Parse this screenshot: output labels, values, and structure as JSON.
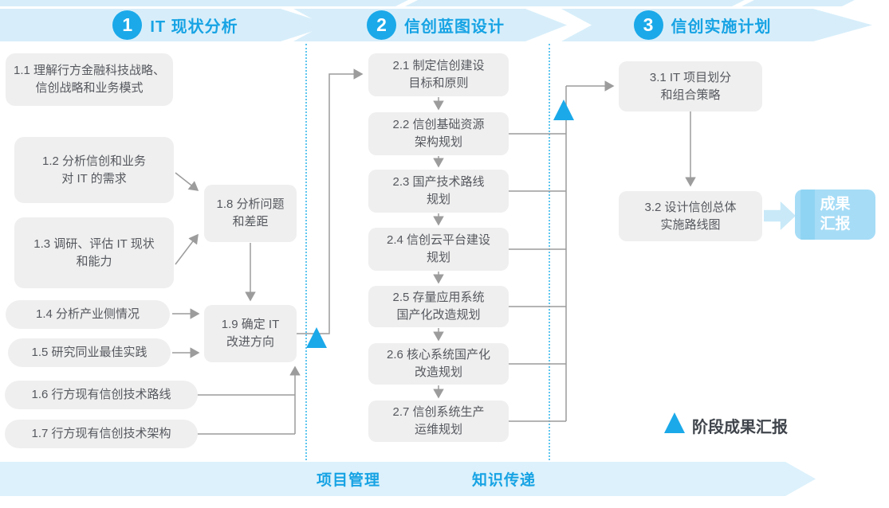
{
  "colors": {
    "accent_blue": "#1ba9e9",
    "band_light_blue": "#d7eefa",
    "footer_band_blue": "#dcf1fb",
    "box_gray": "#efefef",
    "box_text": "#55585e",
    "connector_gray": "#9c9c9c",
    "result_box_fill": "#a6dcf6",
    "result_box_stripe": "#90d4f3",
    "result_text": "#ffffff"
  },
  "phases": [
    {
      "number": "1",
      "label": "IT 现状分析"
    },
    {
      "number": "2",
      "label": "信创蓝图设计"
    },
    {
      "number": "3",
      "label": "信创实施计划"
    }
  ],
  "phase1": {
    "steps": [
      {
        "lines": [
          "1.1 理解行方金融科技战略、",
          "信创战略和业务模式"
        ]
      },
      {
        "lines": [
          "1.2 分析信创和业务",
          "对 IT 的需求"
        ]
      },
      {
        "lines": [
          "1.3 调研、评估 IT 现状",
          "和能力"
        ]
      },
      {
        "lines": [
          "1.4 分析产业侧情况"
        ]
      },
      {
        "lines": [
          "1.5 研究同业最佳实践"
        ]
      },
      {
        "lines": [
          "1.6 行方现有信创技术路线"
        ]
      },
      {
        "lines": [
          "1.7 行方现有信创技术架构"
        ]
      },
      {
        "lines": [
          "1.8 分析问题",
          "和差距"
        ]
      },
      {
        "lines": [
          "1.9 确定 IT",
          "改进方向"
        ]
      }
    ]
  },
  "phase2": {
    "steps": [
      {
        "lines": [
          "2.1 制定信创建设",
          "目标和原则"
        ]
      },
      {
        "lines": [
          "2.2 信创基础资源",
          "架构规划"
        ]
      },
      {
        "lines": [
          "2.3 国产技术路线",
          "规划"
        ]
      },
      {
        "lines": [
          "2.4 信创云平台建设",
          "规划"
        ]
      },
      {
        "lines": [
          "2.5 存量应用系统",
          "国产化改造规划"
        ]
      },
      {
        "lines": [
          "2.6 核心系统国产化",
          "改造规划"
        ]
      },
      {
        "lines": [
          "2.7 信创系统生产",
          "运维规划"
        ]
      }
    ]
  },
  "phase3": {
    "steps": [
      {
        "lines": [
          "3.1 IT 项目划分",
          "和组合策略"
        ]
      },
      {
        "lines": [
          "3.2 设计信创总体",
          "实施路线图"
        ]
      }
    ]
  },
  "result_box": {
    "lines": [
      "成果",
      "汇报"
    ]
  },
  "legend": {
    "label": "阶段成果汇报"
  },
  "footer": {
    "labels": [
      "项目管理",
      "知识传递"
    ]
  }
}
